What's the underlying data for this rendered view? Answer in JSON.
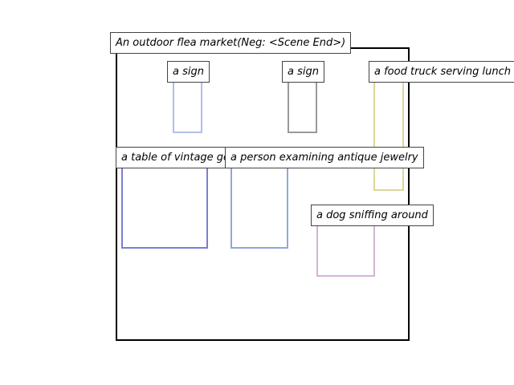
{
  "scene": {
    "caption": "An outdoor flea market(Neg: <Scene End>)"
  },
  "regions": [
    {
      "id": "sign-1",
      "label": "a sign",
      "color": "#aec0e6"
    },
    {
      "id": "sign-2",
      "label": "a sign",
      "color": "#999999"
    },
    {
      "id": "food-truck",
      "label": "a food truck serving lunch",
      "color": "#dcd79a"
    },
    {
      "id": "vintage-table",
      "label": "a table of vintage goods",
      "color": "#7a7fd4"
    },
    {
      "id": "jewelry-person",
      "label": "a person examining antique jewelry",
      "color": "#8ea8e0"
    },
    {
      "id": "dog",
      "label": "a dog sniffing around",
      "color": "#d6b3d6"
    }
  ]
}
